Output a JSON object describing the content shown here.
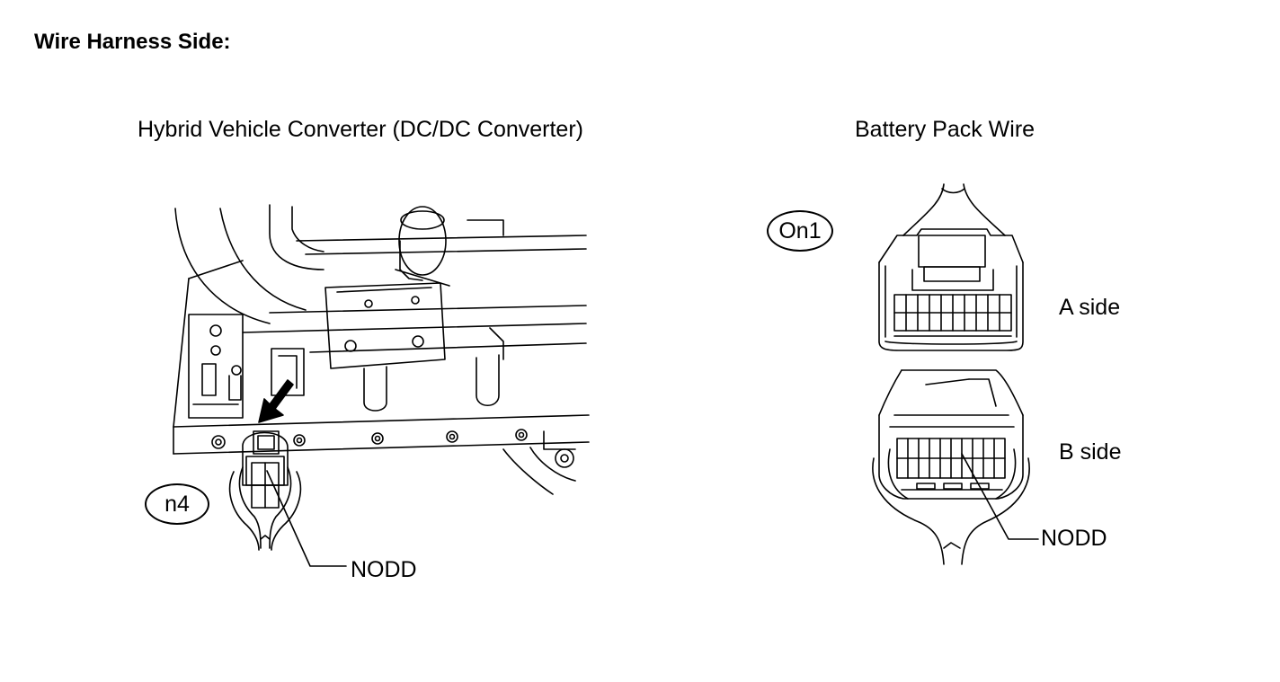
{
  "heading": "Wire Harness Side:",
  "left_panel": {
    "caption": "Hybrid Vehicle Converter (DC/DC Converter)",
    "connector_code": "n4",
    "callout": "NODD"
  },
  "right_panel": {
    "caption": "Battery Pack Wire",
    "connector_code": "On1",
    "side_a_label": "A side",
    "side_b_label": "B side",
    "callout": "NODD"
  }
}
